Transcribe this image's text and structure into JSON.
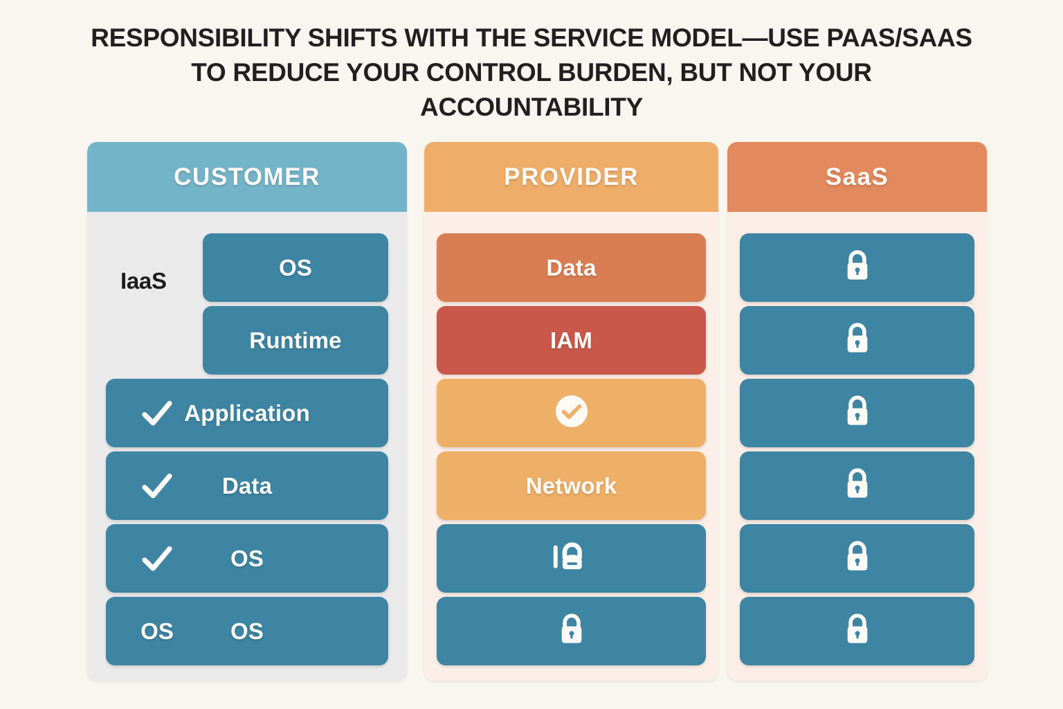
{
  "title": "RESPONSIBILITY SHIFTS WITH THE SERVICE MODEL—USE PaaS/SaaS TO REDUCE YOUR CONTROL BURDEN, BUT NOT YOUR ACCOUNTABILITY",
  "colors": {
    "page_background": "#f8f6ef",
    "title_text": "#231f20",
    "customer_header": "#74b4c9",
    "provider_header": "#eead68",
    "saas_header": "#e3895e",
    "customer_panel": "#ebeaea",
    "provider_panel": "#fbefe7",
    "saas_panel": "#fbeee6",
    "teal_pill": "#3d85a3",
    "data_pill": "#d97d52",
    "iam_pill": "#c9584a",
    "amber_pill": "#eeaf67",
    "pill_text": "#fbfaf6"
  },
  "columns": [
    {
      "id": "customer",
      "header": "CUSTOMER",
      "header_color": "#74b4c9",
      "panel_color": "#ebeaea",
      "stage_label": "IaaS",
      "rows": [
        {
          "label": "OS",
          "marker": "none",
          "pill_color": "#3d85a3",
          "indent": true
        },
        {
          "label": "Runtime",
          "marker": "none",
          "pill_color": "#3d85a3",
          "indent": true
        },
        {
          "label": "Application",
          "marker": "check",
          "pill_color": "#3d85a3",
          "indent": false
        },
        {
          "label": "Data",
          "marker": "check",
          "pill_color": "#3d85a3",
          "indent": false
        },
        {
          "label": "OS",
          "marker": "check",
          "pill_color": "#3d85a3",
          "indent": false
        },
        {
          "label": "OS",
          "marker": "os",
          "pill_color": "#3d85a3",
          "indent": false
        }
      ]
    },
    {
      "id": "provider",
      "header": "PROVIDER",
      "header_color": "#eead68",
      "panel_color": "#fbefe7",
      "stage_label": "",
      "rows": [
        {
          "label": "Data",
          "marker": "none",
          "pill_color": "#d97d52",
          "indent": false
        },
        {
          "label": "IAM",
          "marker": "none",
          "pill_color": "#c9584a",
          "indent": false
        },
        {
          "label": "",
          "marker": "circle-check",
          "pill_color": "#eeaf67",
          "indent": false
        },
        {
          "label": "Network",
          "marker": "none",
          "pill_color": "#eeaf67",
          "indent": false
        },
        {
          "label": "",
          "marker": "odd-lock",
          "pill_color": "#3d85a3",
          "indent": false
        },
        {
          "label": "",
          "marker": "lock",
          "pill_color": "#3d85a3",
          "indent": false
        }
      ]
    },
    {
      "id": "saas",
      "header": "SaaS",
      "header_color": "#e3895e",
      "panel_color": "#fbeee6",
      "stage_label": "",
      "rows": [
        {
          "label": "",
          "marker": "lock",
          "pill_color": "#3d85a3",
          "indent": false
        },
        {
          "label": "",
          "marker": "lock",
          "pill_color": "#3d85a3",
          "indent": false
        },
        {
          "label": "",
          "marker": "lock",
          "pill_color": "#3d85a3",
          "indent": false
        },
        {
          "label": "",
          "marker": "lock",
          "pill_color": "#3d85a3",
          "indent": false
        },
        {
          "label": "",
          "marker": "lock",
          "pill_color": "#3d85a3",
          "indent": false
        },
        {
          "label": "",
          "marker": "lock",
          "pill_color": "#3d85a3",
          "indent": false
        }
      ]
    }
  ]
}
